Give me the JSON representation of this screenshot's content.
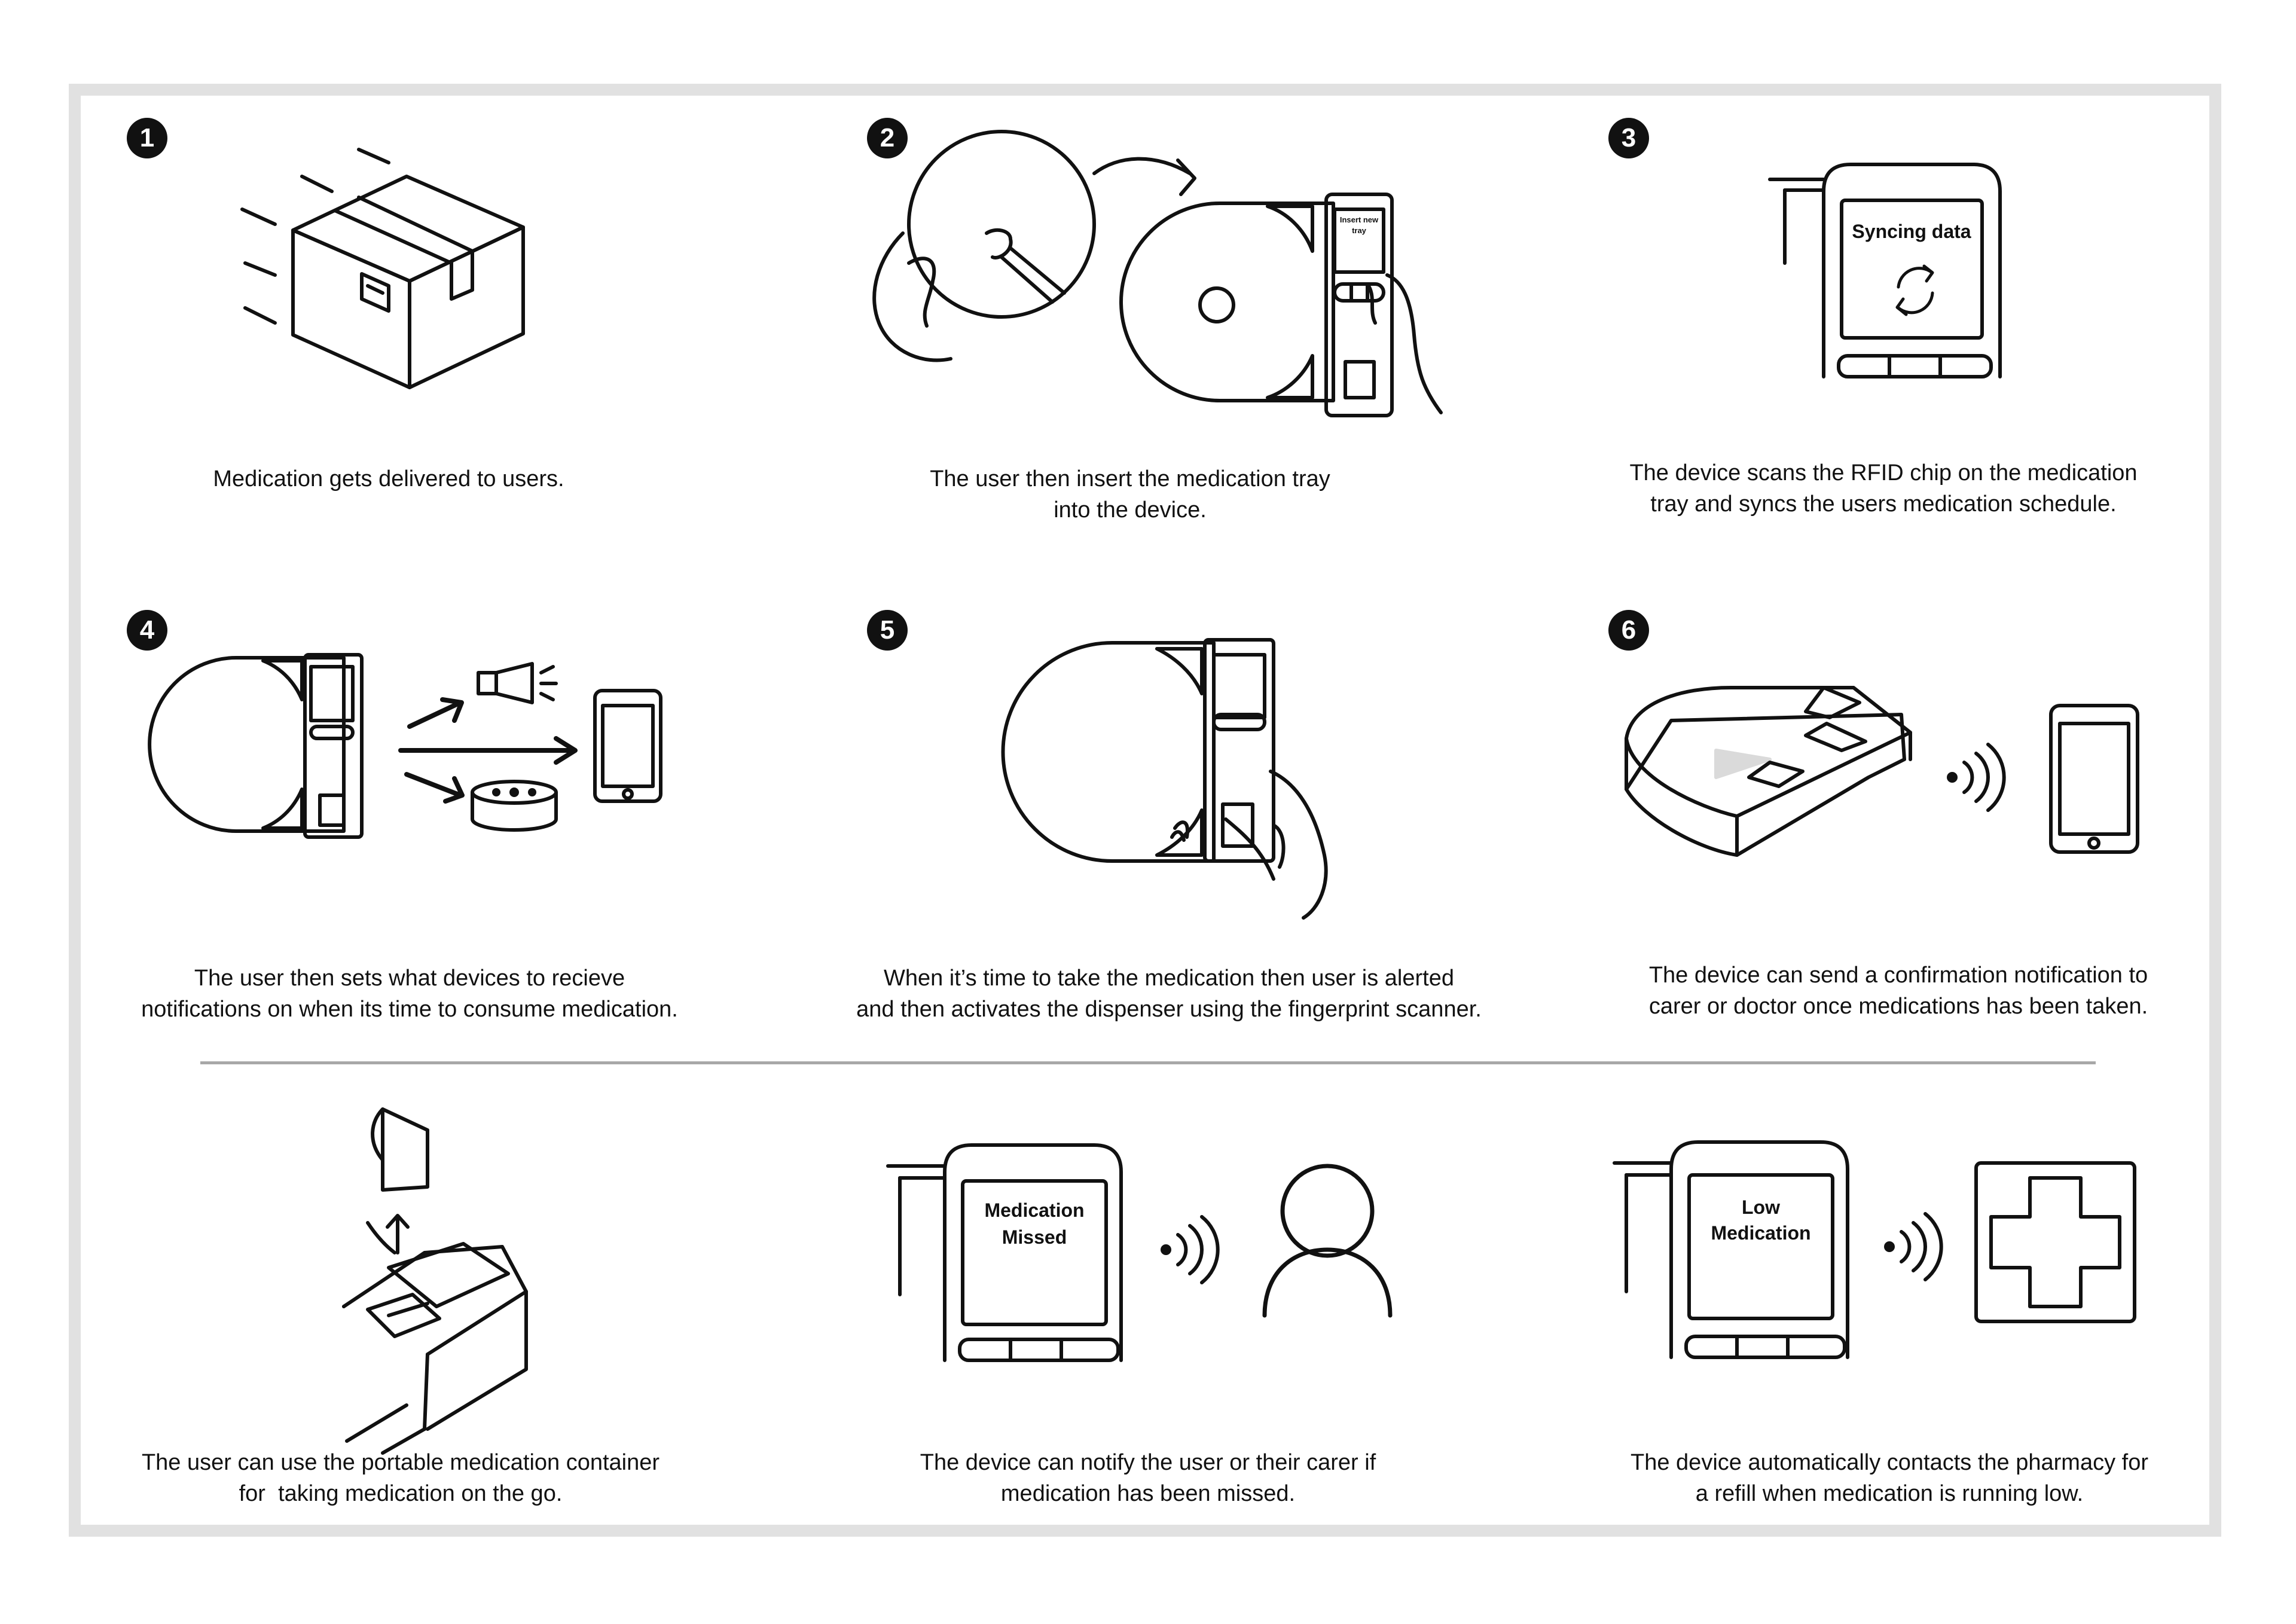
{
  "steps": [
    {
      "number": "1",
      "caption": [
        "Medication gets delivered to users."
      ]
    },
    {
      "number": "2",
      "caption": [
        "The user then insert the medication tray",
        "into the device."
      ]
    },
    {
      "number": "3",
      "caption": [
        "The device scans the RFID chip on the medication",
        "tray and syncs the users medication schedule."
      ]
    },
    {
      "number": "4",
      "caption": [
        "The user then sets what devices to recieve",
        "notifications on when its time to consume medication."
      ]
    },
    {
      "number": "5",
      "caption": [
        "When it’s time to take the medication then user is alerted",
        "and then activates the dispenser using the fingerprint scanner."
      ]
    },
    {
      "number": "6",
      "caption": [
        "The device can send a confirmation notification to",
        "carer or doctor once medications has been taken."
      ]
    }
  ],
  "extras": [
    {
      "caption": [
        "The user can use the portable medication container",
        "for  taking medication on the go."
      ]
    },
    {
      "caption": [
        "The device can notify the user or their carer if",
        "medication has been missed."
      ]
    },
    {
      "caption": [
        "The device automatically contacts the pharmacy for",
        "a refill when medication is running low."
      ]
    }
  ],
  "screens": {
    "insert_tray": [
      "Insert new",
      "tray"
    ],
    "syncing": "Syncing data",
    "missed": [
      "Medication",
      "Missed"
    ],
    "low": [
      "Low",
      "Medication"
    ]
  },
  "icons": [
    "delivery-box-icon",
    "medication-tray-icon",
    "device-icon",
    "hand-icon",
    "sync-icon",
    "speaker-icon",
    "smart-speaker-icon",
    "smartphone-icon",
    "fingerprint-icon",
    "wireless-signal-icon",
    "person-icon",
    "pharmacy-cross-icon",
    "portable-container-icon"
  ]
}
